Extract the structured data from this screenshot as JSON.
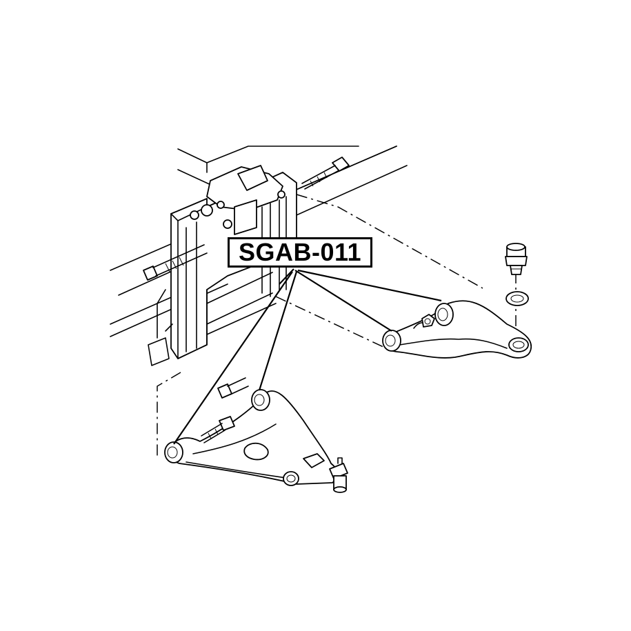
{
  "diagram": {
    "part_number": "SGAB-011",
    "line_color": "#000000",
    "background_color": "#ffffff",
    "components": [
      {
        "name": "frame-crossmember"
      },
      {
        "name": "upper-control-arm"
      },
      {
        "name": "lower-control-arm"
      },
      {
        "name": "ball-joint"
      },
      {
        "name": "washer"
      },
      {
        "name": "mounting-bolts"
      }
    ]
  }
}
